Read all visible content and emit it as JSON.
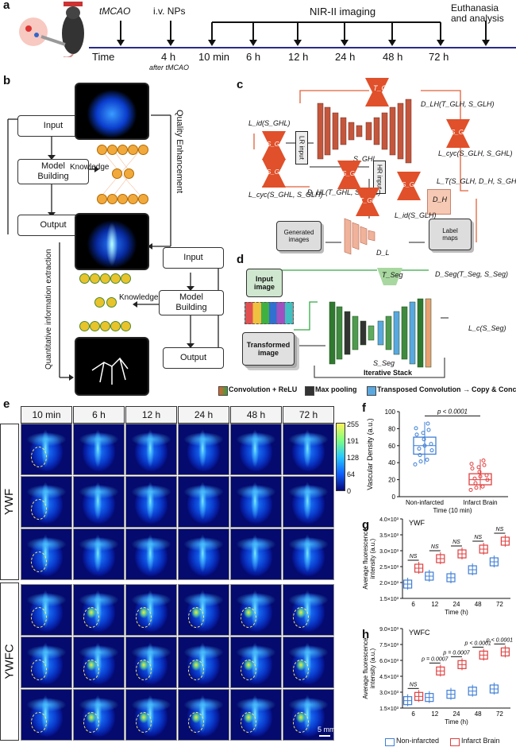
{
  "panels": {
    "a": "a",
    "b": "b",
    "c": "c",
    "d": "d",
    "e": "e",
    "f": "f",
    "g": "g",
    "h": "h"
  },
  "timeline": {
    "tmcao": "tMCAO",
    "iv": "i.v. NPs",
    "nir": "NIR-II imaging",
    "euth": "Euthanasia\nand analysis",
    "time_label": "Time",
    "t4h": "4 h",
    "after": "after tMCAO",
    "points": [
      "10 min",
      "6 h",
      "12 h",
      "24 h",
      "48 h",
      "72 h"
    ]
  },
  "b": {
    "input1": "Input",
    "model1": "Model\nBuilding",
    "output1": "Output",
    "knowledge1": "Knowledge",
    "quality": "Quality Enhancement",
    "input2": "Input",
    "model2": "Model\nBuilding",
    "output2": "Output",
    "knowledge2": "Knowledge",
    "quant": "Quantitative information extraction"
  },
  "c": {
    "t_glh": "T_GLH",
    "d_lh": "D_LH(T_GLH, S_GLH)",
    "l_id1": "L_id(S_GHL)",
    "s_ghl_a": "S_GHL",
    "lr_input": "LR input",
    "s_ghl_b": "S_GHL",
    "s_ghl_c": "S_GHL",
    "l_cyc1": "L_cyc(S_GLH, S_GHL)",
    "s_glh_a": "S_GLH",
    "s_glh_b": "S_GLH",
    "s_ghl_d": "S_GHL",
    "hr_input": "HR input",
    "l_cyc2": "L_cyc(S_GHL, S_GLH)",
    "d_hl": "D_HL(T_GHL, S_GHL)",
    "t_ghl": "T_GHL",
    "l_t": "L_T(S_GLH, D_H, S_GHL, D_L)",
    "d_h": "D_H",
    "l_id2": "L_id(S_GLH)",
    "generated": "Generated\nimages",
    "d_l": "D_L",
    "label_maps": "Label\nmaps"
  },
  "d": {
    "input_image": "Input\nimage",
    "t_seg": "T_Seg",
    "d_seg": "D_Seg(T_Seg, S_Seg)",
    "transformed": "Transformed\nimage",
    "l_c": "L_c(S_Seg)",
    "s_seg": "S_Seg",
    "iterative": "Iterative Stack",
    "legend_conv": "Convolution + ReLU",
    "legend_pool": "Max pooling",
    "legend_tconv": "Transposed Convolution",
    "legend_copy": "Copy & Concatenate"
  },
  "e": {
    "cols": [
      "10 min",
      "6 h",
      "12 h",
      "24 h",
      "48 h",
      "72 h"
    ],
    "rows": [
      "YWF",
      "YWFC"
    ],
    "colorbar": [
      "255",
      "191",
      "128",
      "64",
      "0"
    ],
    "scale": "5 mm"
  },
  "chart_data": [
    {
      "type": "box",
      "panel": "f",
      "ylabel": "Vascular Density (a.u.)",
      "xlabel": "Time (10 min)",
      "categories": [
        "Non-infarcted",
        "Infarct Brain"
      ],
      "yticks": [
        0,
        20,
        40,
        60,
        80,
        100
      ],
      "ylim": [
        0,
        100
      ],
      "annotation": "p < 0.0001",
      "series": [
        {
          "name": "Non-infarcted",
          "color": "#3f7fd6",
          "min": 38,
          "q1": 50,
          "median": 60,
          "q3": 70,
          "max": 88
        },
        {
          "name": "Infarct Brain",
          "color": "#e04040",
          "min": 8,
          "q1": 14,
          "median": 20,
          "q3": 27,
          "max": 44
        }
      ]
    },
    {
      "type": "box",
      "panel": "g",
      "title": "YWF",
      "ylabel": "Average fluorescence intensity (a.u.)",
      "xlabel": "Time (h)",
      "categories": [
        "6",
        "12",
        "24",
        "48",
        "72"
      ],
      "yticks": [
        "1.5×10³",
        "2.0×10³",
        "2.5×10³",
        "3.0×10³",
        "3.5×10³",
        "4.0×10³"
      ],
      "ylim": [
        1500,
        4000
      ],
      "annotations": [
        "NS",
        "NS",
        "NS",
        "NS",
        "NS"
      ],
      "series": [
        {
          "name": "Non-infarcted",
          "color": "#3f7fd6",
          "medians": [
            1950,
            2200,
            2150,
            2400,
            2650
          ]
        },
        {
          "name": "Infarct Brain",
          "color": "#e04040",
          "medians": [
            2450,
            2750,
            2900,
            3050,
            3300
          ]
        }
      ]
    },
    {
      "type": "box",
      "panel": "h",
      "title": "YWFC",
      "ylabel": "Average fluorescence intensity (a.u.)",
      "xlabel": "Time (h)",
      "categories": [
        "6",
        "12",
        "24",
        "48",
        "72"
      ],
      "yticks": [
        "1.5×10³",
        "3.0×10³",
        "4.5×10³",
        "6.0×10³",
        "7.5×10³",
        "9.0×10³"
      ],
      "ylim": [
        1500,
        9000
      ],
      "annotations": [
        "NS",
        "p = 0.0007",
        "p = 0.0007",
        "p < 0.0001",
        "p < 0.0001"
      ],
      "series": [
        {
          "name": "Non-infarcted",
          "color": "#3f7fd6",
          "medians": [
            2200,
            2500,
            2800,
            3100,
            3300
          ]
        },
        {
          "name": "Infarct Brain",
          "color": "#e04040",
          "medians": [
            2600,
            5000,
            5600,
            6500,
            6800
          ]
        }
      ],
      "legend": [
        "Non-infarcted",
        "Infarct Brain"
      ]
    }
  ]
}
